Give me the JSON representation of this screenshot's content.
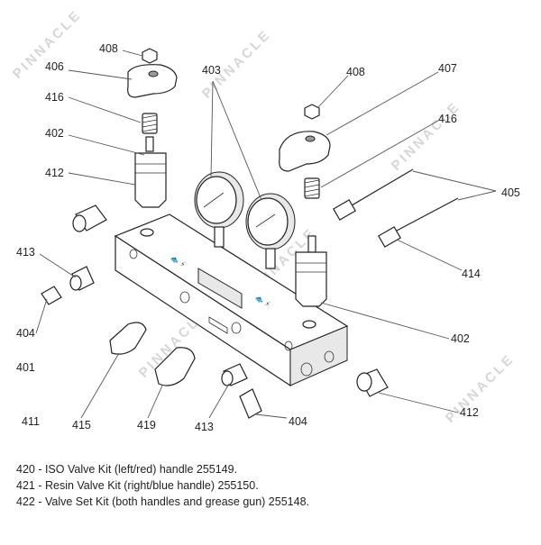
{
  "watermark": "PINNACLE",
  "callouts": {
    "c408a": "408",
    "c406": "406",
    "c416a": "416",
    "c402a": "402",
    "c412a": "412",
    "c413a": "413",
    "c404a": "404",
    "c401": "401",
    "c411": "411",
    "c415": "415",
    "c419": "419",
    "c413b": "413",
    "c404b": "404",
    "c403": "403",
    "c408b": "408",
    "c407": "407",
    "c416b": "416",
    "c405": "405",
    "c414": "414",
    "c402b": "402",
    "c412b": "412"
  },
  "notes": [
    "420 - ISO Valve Kit (left/red) handle 255149.",
    "421 - Resin Valve Kit (right/blue handle) 255150.",
    "422 - Valve Set Kit (both handles and grease gun) 255148."
  ]
}
